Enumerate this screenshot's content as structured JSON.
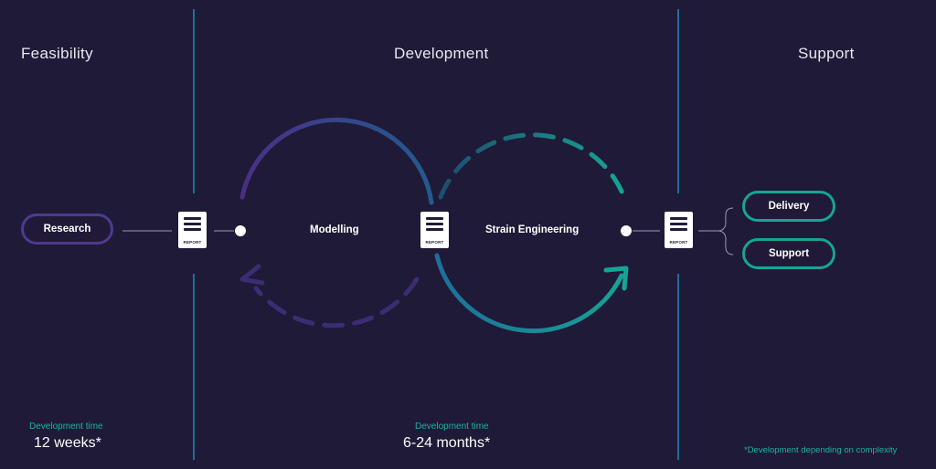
{
  "phases": {
    "feasibility": "Feasibility",
    "development": "Development",
    "support": "Support"
  },
  "nodes": {
    "research": "Research",
    "modelling": "Modelling",
    "strain_engineering": "Strain Engineering",
    "delivery": "Delivery",
    "support": "Support"
  },
  "report_label": "REPORT",
  "timing": {
    "feasibility_label": "Development time",
    "feasibility_value": "12 weeks*",
    "development_label": "Development time",
    "development_value": "6-24 months*"
  },
  "footnote": "*Development depending on complexity",
  "colors": {
    "background": "#1f1a37",
    "purple": "#4e3a8f",
    "teal": "#16a595",
    "divider": "#1f6e9a"
  }
}
